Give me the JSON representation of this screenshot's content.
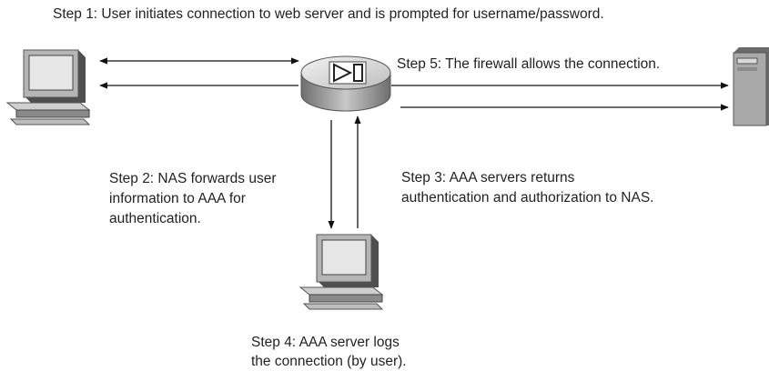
{
  "steps": {
    "step1": "Step 1: User initiates connection to web server and is prompted for username/password.",
    "step2_line1": "Step 2: NAS forwards user",
    "step2_line2": "information to AAA for",
    "step2_line3": "authentication.",
    "step3_line1": "Step 3: AAA servers returns",
    "step3_line2": "authentication and authorization to NAS.",
    "step4_line1": "Step 4: AAA server logs",
    "step4_line2": "the connection (by user).",
    "step5": "Step 5: The firewall allows the connection."
  },
  "nodes": {
    "user_pc": "desktop-computer-icon",
    "firewall": "firewall-nas-icon",
    "web_server": "server-tower-icon",
    "aaa_server": "desktop-computer-icon"
  },
  "colors": {
    "device_body": "#b8b8b8",
    "device_dark": "#5c5c5c",
    "screen": "#e6e6e6",
    "arrow": "#111111"
  }
}
